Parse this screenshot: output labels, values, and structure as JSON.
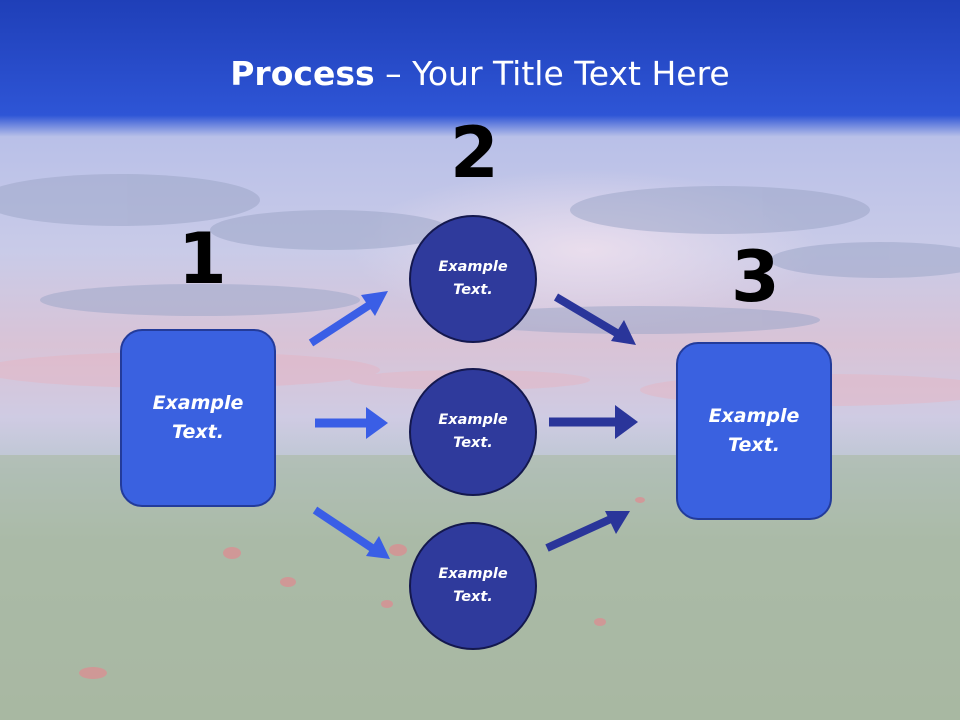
{
  "slide": {
    "title_bold": "Process",
    "title_rest": " – Your Title Text Here",
    "steps": [
      "1",
      "2",
      "3"
    ],
    "left_box": "Example Text.",
    "circles": [
      "Example Text.",
      "Example Text.",
      "Example Text."
    ],
    "right_box": "Example Text."
  },
  "colors": {
    "header_blue": "#2446c6",
    "box_blue": "#3a61e0",
    "circle_navy": "#2f3a9c",
    "arrow_left_blue": "#3a5ee6",
    "arrow_right_navy": "#2a359a"
  }
}
